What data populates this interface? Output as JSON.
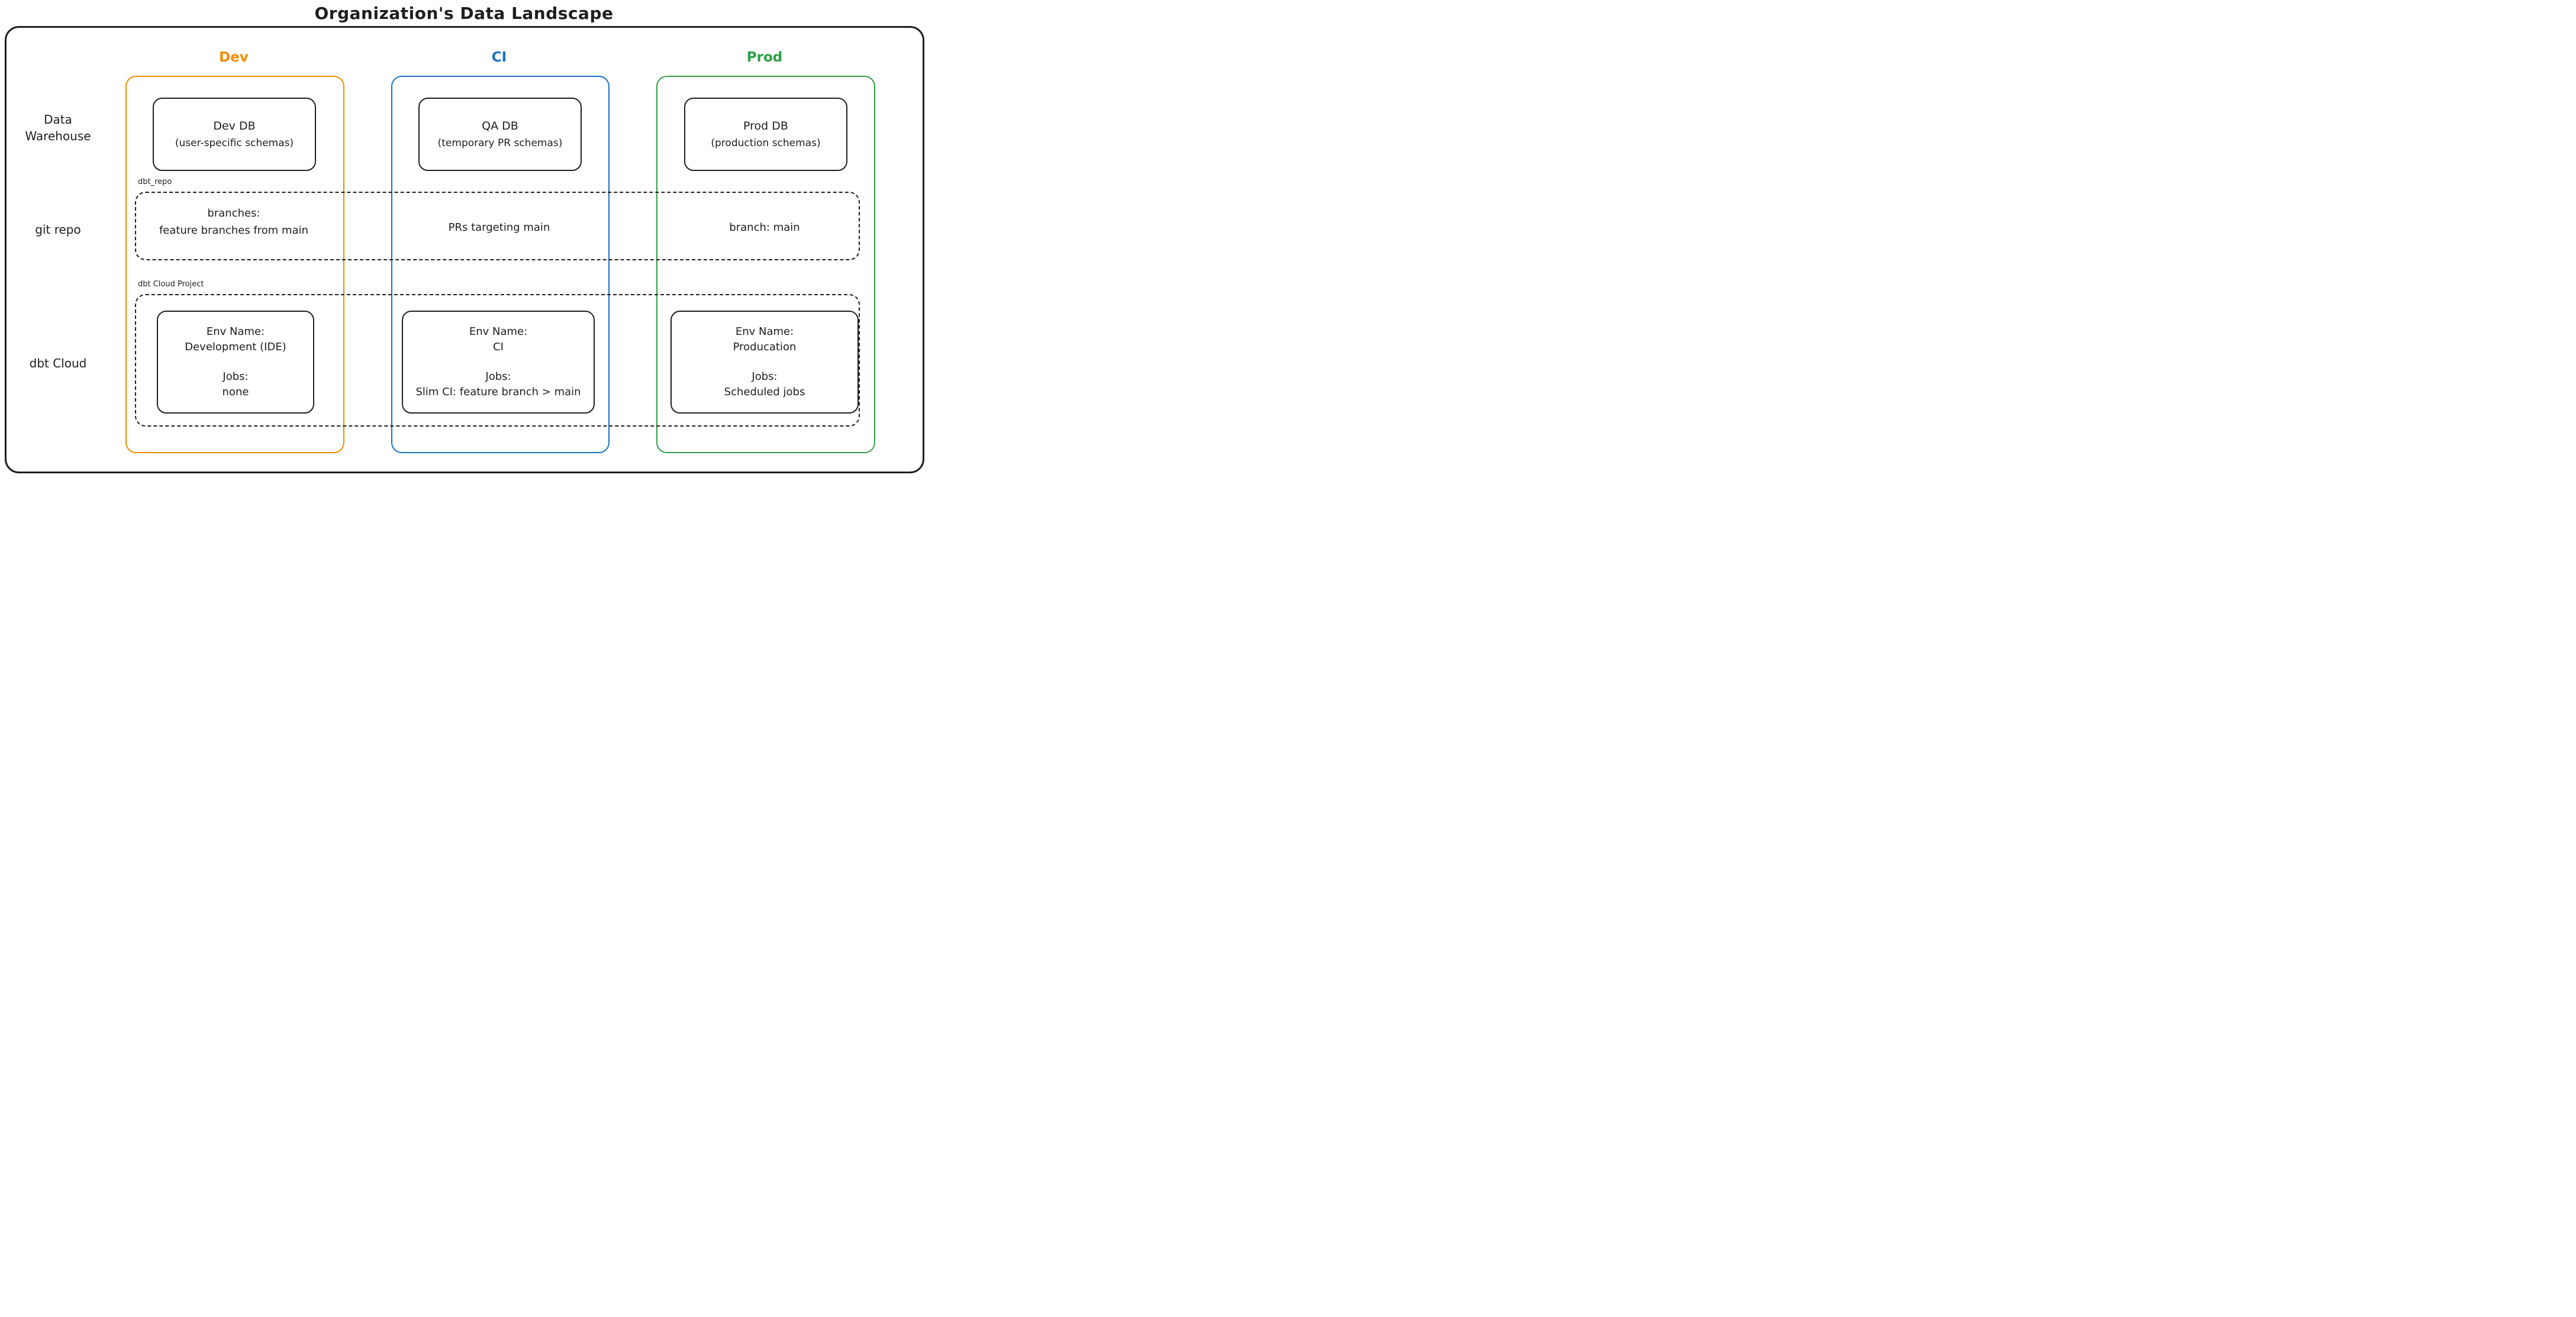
{
  "title": "Organization's Data Landscape",
  "colors": {
    "dev": "#f08c00",
    "ci": "#1971c2",
    "prod": "#2f9e44",
    "ink": "#1e1e1e"
  },
  "columns": [
    {
      "id": "dev",
      "label": "Dev"
    },
    {
      "id": "ci",
      "label": "CI"
    },
    {
      "id": "prod",
      "label": "Prod"
    }
  ],
  "row_labels": {
    "warehouse": "Data Warehouse",
    "git": "git repo",
    "dbt": "dbt Cloud"
  },
  "warehouse": {
    "dev": {
      "title": "Dev DB",
      "subtitle": "(user-specific schemas)"
    },
    "ci": {
      "title": "QA DB",
      "subtitle": "(temporary PR schemas)"
    },
    "prod": {
      "title": "Prod DB",
      "subtitle": "(production schemas)"
    }
  },
  "git_repo": {
    "tag": "dbt_repo",
    "dev_line1": "branches:",
    "dev_line2": "feature branches from main",
    "ci": "PRs targeting main",
    "prod": "branch: main"
  },
  "dbt_cloud": {
    "tag": "dbt Cloud Project",
    "env_label": "Env Name:",
    "jobs_label": "Jobs:",
    "dev": {
      "env": "Development (IDE)",
      "jobs": "none"
    },
    "ci": {
      "env": "CI",
      "jobs": "Slim CI: feature branch > main"
    },
    "prod": {
      "env": "Producation",
      "jobs": "Scheduled jobs"
    }
  }
}
